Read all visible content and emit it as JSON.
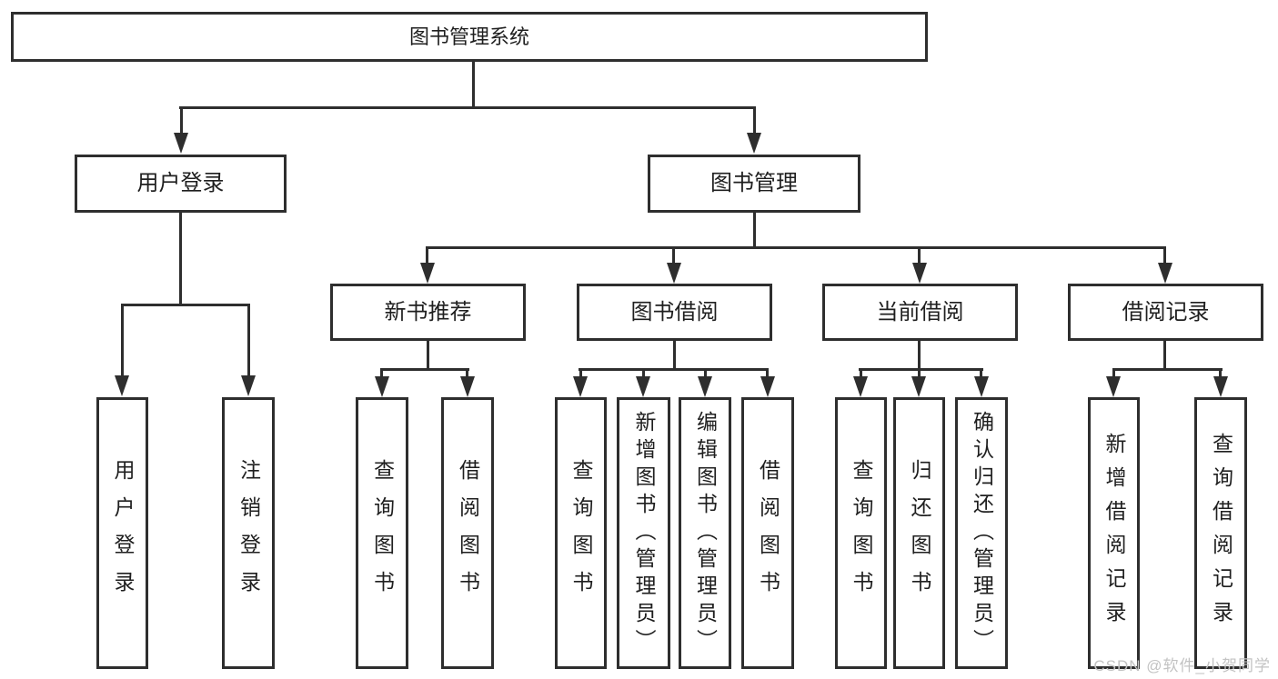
{
  "nodes": {
    "root": {
      "label": "图书管理系统"
    },
    "user_login": {
      "label": "用户登录"
    },
    "book_mgmt": {
      "label": "图书管理"
    },
    "new_book_rec": {
      "label": "新书推荐"
    },
    "book_borrow": {
      "label": "图书借阅"
    },
    "current_borrow": {
      "label": "当前借阅"
    },
    "borrow_record": {
      "label": "借阅记录"
    },
    "user_login_children": [
      {
        "label": "用户登录"
      },
      {
        "label": "注销登录"
      }
    ],
    "new_book_rec_children": [
      {
        "label": "查询图书"
      },
      {
        "label": "借阅图书"
      }
    ],
    "book_borrow_children": [
      {
        "label": "查询图书"
      },
      {
        "label": "新增图书（管理员）"
      },
      {
        "label": "编辑图书（管理员）"
      },
      {
        "label": "借阅图书"
      }
    ],
    "current_borrow_children": [
      {
        "label": "查询图书"
      },
      {
        "label": "归还图书"
      },
      {
        "label": "确认归还（管理员）"
      }
    ],
    "borrow_record_children": [
      {
        "label": "新增借阅记录"
      },
      {
        "label": "查询借阅记录"
      }
    ]
  },
  "watermark": {
    "text": "CSDN @软件_小贺同学"
  },
  "colors": {
    "line": "#2e2e2e",
    "text": "#1f1f1f",
    "background": "#ffffff",
    "watermark": "#c3c3c3"
  }
}
